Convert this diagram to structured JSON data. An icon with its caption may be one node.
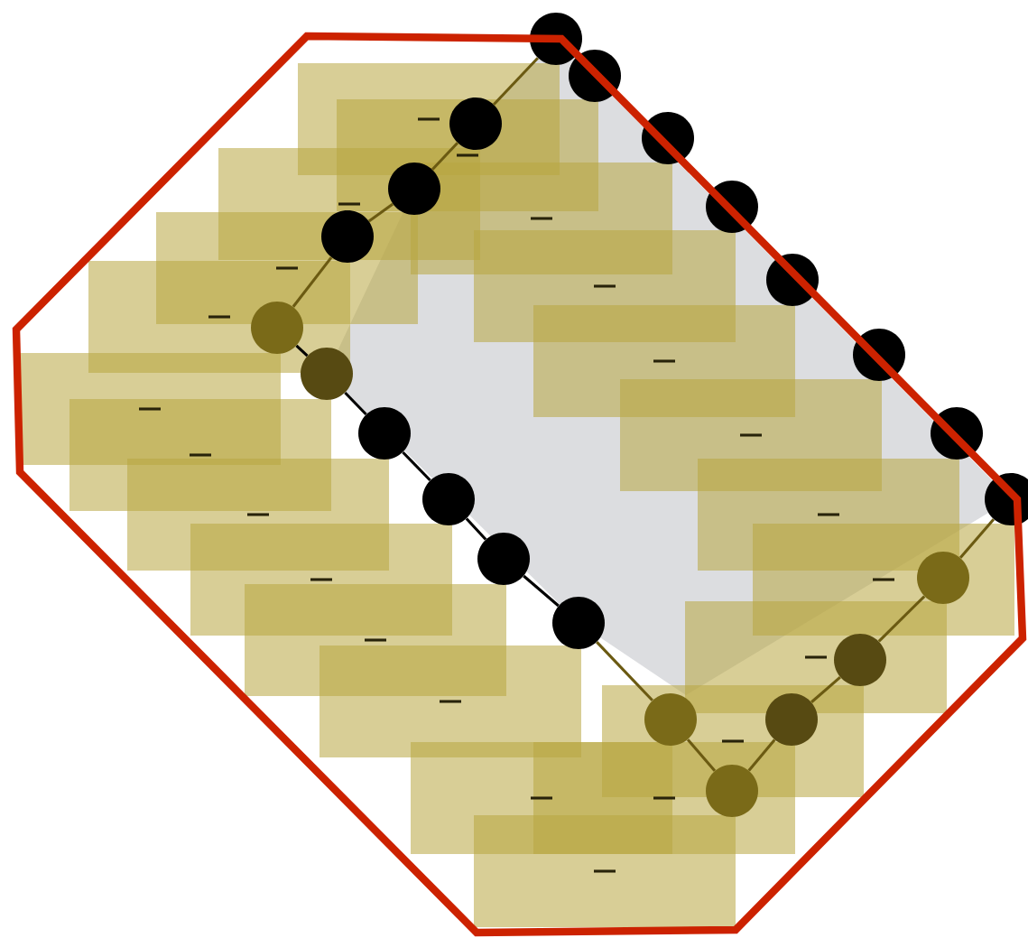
{
  "diagram": {
    "nodes": [
      {
        "text": [],
        "shape": "circle"
      },
      {
        "text": [],
        "shape": "circle"
      },
      {
        "text": [],
        "shape": "circle"
      },
      {
        "text": [],
        "shape": "circle"
      },
      {
        "text": [],
        "shape": "circle"
      },
      {
        "text": [],
        "shape": "circle"
      },
      {
        "text": [],
        "shape": "circle"
      },
      {
        "text": [],
        "shape": "circle"
      },
      {
        "text": [],
        "shape": "circle"
      },
      {
        "text": [],
        "shape": "circle"
      },
      {
        "text": [],
        "shape": "circle"
      },
      {
        "text": [],
        "shape": "circle"
      },
      {
        "text": [],
        "shape": "circle"
      },
      {
        "text": [],
        "shape": "circle"
      },
      {
        "text": [],
        "shape": "circle"
      },
      {
        "text": [],
        "shape": "circle"
      },
      {
        "text": [],
        "shape": "circle"
      },
      {
        "text": [],
        "shape": "circle"
      },
      {
        "text": [],
        "shape": "circle"
      },
      {
        "text": [],
        "shape": "circle"
      },
      {
        "text": [],
        "shape": "circle"
      },
      {
        "text": [],
        "shape": "circle"
      }
    ],
    "edges": [
      {
        "from": 0,
        "to": 2,
        "arrow": "none"
      },
      {
        "from": 2,
        "to": 4,
        "arrow": "none"
      },
      {
        "from": 4,
        "to": 6,
        "arrow": "none"
      },
      {
        "from": 6,
        "to": 8,
        "arrow": "none"
      },
      {
        "from": 8,
        "to": 10,
        "arrow": "none",
        "color": "#000000"
      },
      {
        "from": 10,
        "to": 11,
        "arrow": "none",
        "color": "#000000"
      },
      {
        "from": 11,
        "to": 13,
        "arrow": "none",
        "color": "#000000"
      },
      {
        "from": 13,
        "to": 15,
        "arrow": "none",
        "color": "#000000"
      },
      {
        "from": 15,
        "to": 17,
        "arrow": "none",
        "color": "#000000"
      },
      {
        "from": 17,
        "to": 19,
        "arrow": "none"
      },
      {
        "from": 19,
        "to": 21,
        "arrow": "none"
      },
      {
        "from": 21,
        "to": 20,
        "arrow": "none"
      },
      {
        "from": 20,
        "to": 18,
        "arrow": "none"
      },
      {
        "from": 18,
        "to": 16,
        "arrow": "none"
      },
      {
        "from": 16,
        "to": 14,
        "arrow": "none"
      }
    ]
  }
}
